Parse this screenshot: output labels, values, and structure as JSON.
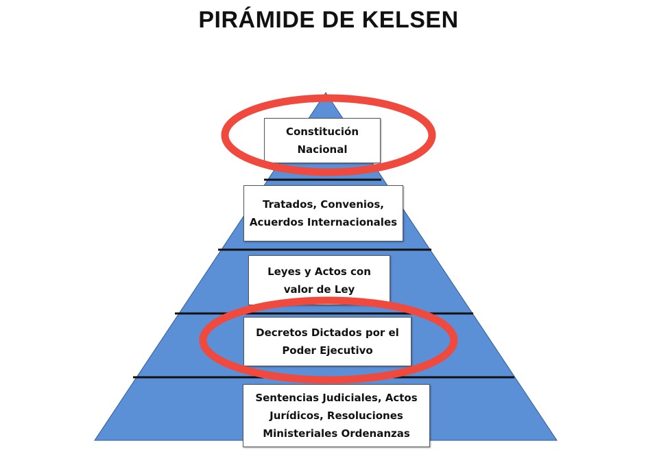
{
  "title": "PIRÁMIDE DE KELSEN",
  "colors": {
    "pyramid_fill": "#5b8fd6",
    "pyramid_stroke": "#2f5c9a",
    "divider": "#111111",
    "highlight_ellipse": "#f0493e"
  },
  "levels": [
    {
      "label": "Constitución\nNacional",
      "highlighted": true
    },
    {
      "label": "Tratados, Convenios,\nAcuerdos Internacionales",
      "highlighted": false
    },
    {
      "label": "Leyes y Actos con\nvalor de Ley",
      "highlighted": false
    },
    {
      "label": "Decretos Dictados por el\nPoder Ejecutivo",
      "highlighted": true
    },
    {
      "label": "Sentencias Judiciales,  Actos\nJurídicos, Resoluciones\nMinisteriales Ordenanzas",
      "highlighted": false
    }
  ]
}
